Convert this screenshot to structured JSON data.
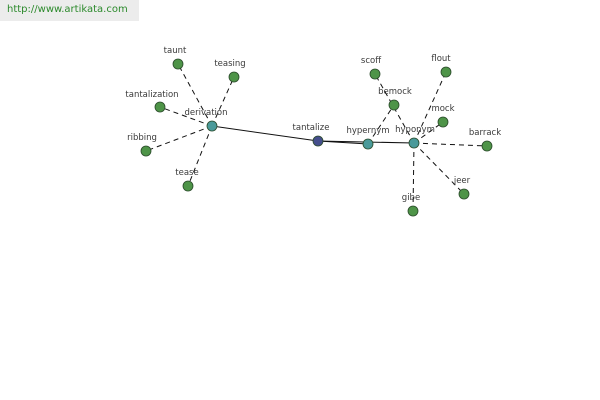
{
  "source": {
    "url_text": "http://www.artikata.com"
  },
  "colors": {
    "center_fill": "#454e8c",
    "relation_fill": "#4a9a9a",
    "word_fill": "#4e9448",
    "node_stroke": "#2a4a2a",
    "edge": "#111111"
  },
  "graph": {
    "nodes": [
      {
        "id": "tantalize",
        "label": "tantalize",
        "kind": "center"
      },
      {
        "id": "derivation",
        "label": "derivation",
        "kind": "relation"
      },
      {
        "id": "hypernym",
        "label": "hypernym",
        "kind": "relation"
      },
      {
        "id": "hyponym",
        "label": "hyponym",
        "kind": "relation"
      },
      {
        "id": "taunt",
        "label": "taunt",
        "kind": "word"
      },
      {
        "id": "teasing",
        "label": "teasing",
        "kind": "word"
      },
      {
        "id": "tantalization",
        "label": "tantalization",
        "kind": "word"
      },
      {
        "id": "ribbing",
        "label": "ribbing",
        "kind": "word"
      },
      {
        "id": "tease",
        "label": "tease",
        "kind": "word"
      },
      {
        "id": "scoff",
        "label": "scoff",
        "kind": "word"
      },
      {
        "id": "flout",
        "label": "flout",
        "kind": "word"
      },
      {
        "id": "bemock",
        "label": "bemock",
        "kind": "word"
      },
      {
        "id": "mock",
        "label": "mock",
        "kind": "word"
      },
      {
        "id": "barrack",
        "label": "barrack",
        "kind": "word"
      },
      {
        "id": "jeer",
        "label": "jeer",
        "kind": "word"
      },
      {
        "id": "gibe",
        "label": "gibe",
        "kind": "word"
      }
    ],
    "edges": [
      {
        "from": "derivation",
        "to": "tantalize",
        "style": "solid"
      },
      {
        "from": "tantalize",
        "to": "hypernym",
        "style": "solid"
      },
      {
        "from": "tantalize",
        "to": "hyponym",
        "style": "solid"
      },
      {
        "from": "derivation",
        "to": "taunt",
        "style": "dashed"
      },
      {
        "from": "derivation",
        "to": "teasing",
        "style": "dashed"
      },
      {
        "from": "derivation",
        "to": "tantalization",
        "style": "dashed"
      },
      {
        "from": "derivation",
        "to": "ribbing",
        "style": "dashed"
      },
      {
        "from": "derivation",
        "to": "tease",
        "style": "dashed"
      },
      {
        "from": "hypernym",
        "to": "bemock",
        "style": "dashed"
      },
      {
        "from": "hyponym",
        "to": "scoff",
        "style": "dashed"
      },
      {
        "from": "hyponym",
        "to": "flout",
        "style": "dashed"
      },
      {
        "from": "hyponym",
        "to": "mock",
        "style": "dashed"
      },
      {
        "from": "hyponym",
        "to": "barrack",
        "style": "dashed"
      },
      {
        "from": "hyponym",
        "to": "jeer",
        "style": "dashed"
      },
      {
        "from": "hyponym",
        "to": "gibe",
        "style": "dashed"
      }
    ]
  }
}
